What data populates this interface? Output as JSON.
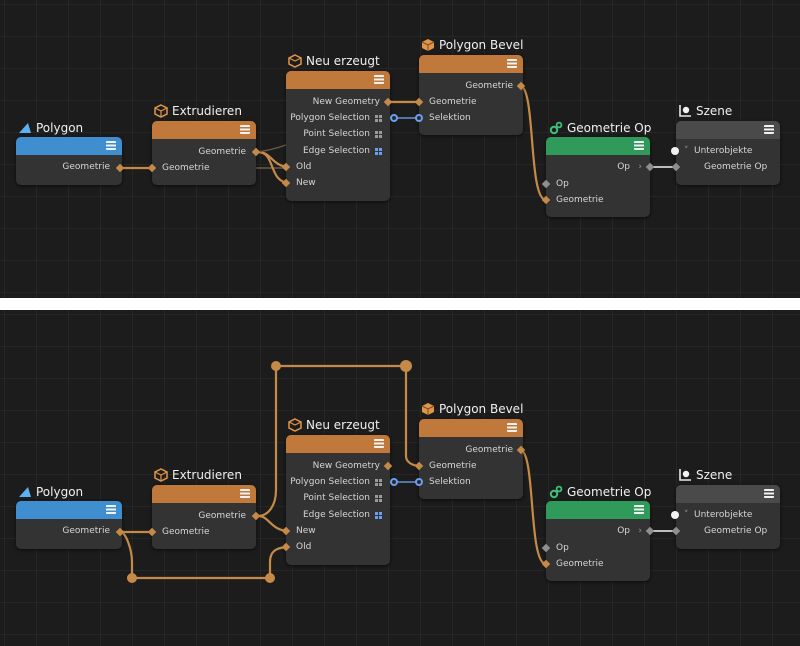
{
  "colors": {
    "polygon_header": "#3f8fd0",
    "generator_header": "#c1793b",
    "op_header": "#2f9a5a",
    "scene_header": "#4a4a4a",
    "wire": "#c58a47"
  },
  "icons": {
    "polygon": "triangle-icon",
    "extrude": "cube-icon",
    "neu_erzeugt": "cube-open-icon",
    "bevel": "cube-icon",
    "geometrie_op": "gears-icon",
    "szene": "scene-icon"
  },
  "nodes": {
    "polygon": {
      "title": "Polygon",
      "out_geometrie": "Geometrie"
    },
    "extrudieren": {
      "title": "Extrudieren",
      "out_geometrie": "Geometrie",
      "in_geometrie": "Geometrie"
    },
    "neu_erzeugt": {
      "title": "Neu erzeugt",
      "out_new_geometry": "New Geometry",
      "out_polygon_selection": "Polygon Selection",
      "out_point_selection": "Point Selection",
      "out_edge_selection": "Edge Selection",
      "in_old": "Old",
      "in_new": "New"
    },
    "bevel": {
      "title": "Polygon Bevel",
      "out_geometrie": "Geometrie",
      "in_geometrie": "Geometrie",
      "in_selektion": "Selektion"
    },
    "geometrie_op": {
      "title": "Geometrie Op",
      "out_op": "Op",
      "in_op": "Op",
      "in_geometrie": "Geometrie"
    },
    "szene": {
      "title": "Szene",
      "in_unterobjekte": "Unterobjekte",
      "in_geometrie_op": "Geometrie Op"
    }
  }
}
